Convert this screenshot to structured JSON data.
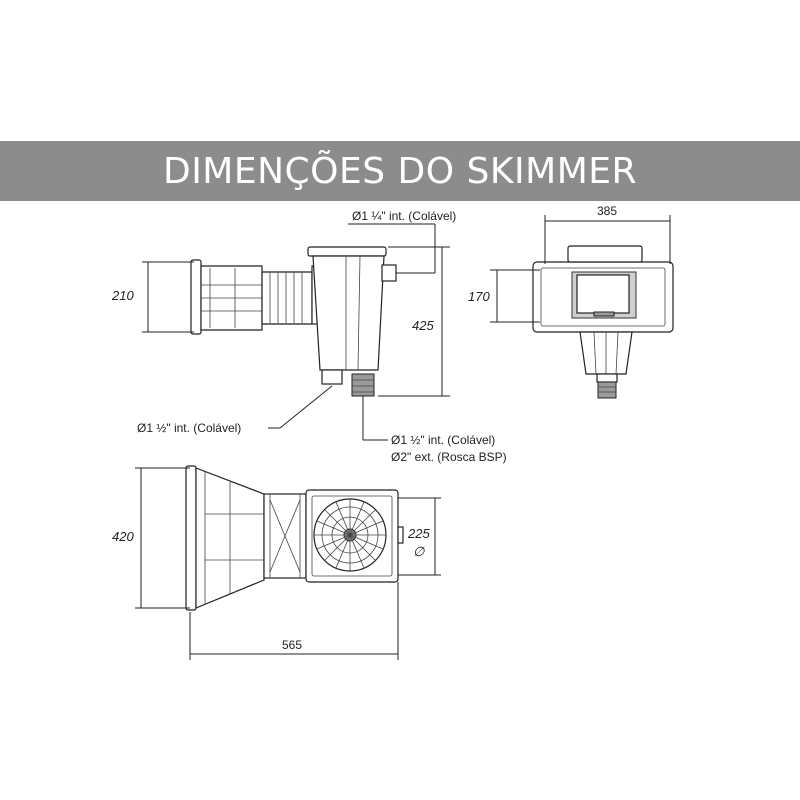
{
  "banner": {
    "title": "DIMENÇÕES DO SKIMMER",
    "color": "#8c8c8c"
  },
  "dimensions": {
    "side_height_210": "210",
    "side_height_425": "425",
    "front_width_385": "385",
    "front_height_170": "170",
    "top_height_420": "420",
    "top_inner_225": "225",
    "top_inner_symbol": "∅",
    "top_width_565": "565"
  },
  "callouts": {
    "top_inlet": "Ø1 ¼\" int. (Colável)",
    "side_outlet": "Ø1 ½\" int. (Colável)",
    "bottom_outlet_1": "Ø1 ½\" int. (Colável)",
    "bottom_outlet_2": "Ø2\" ext. (Rosca BSP)"
  }
}
